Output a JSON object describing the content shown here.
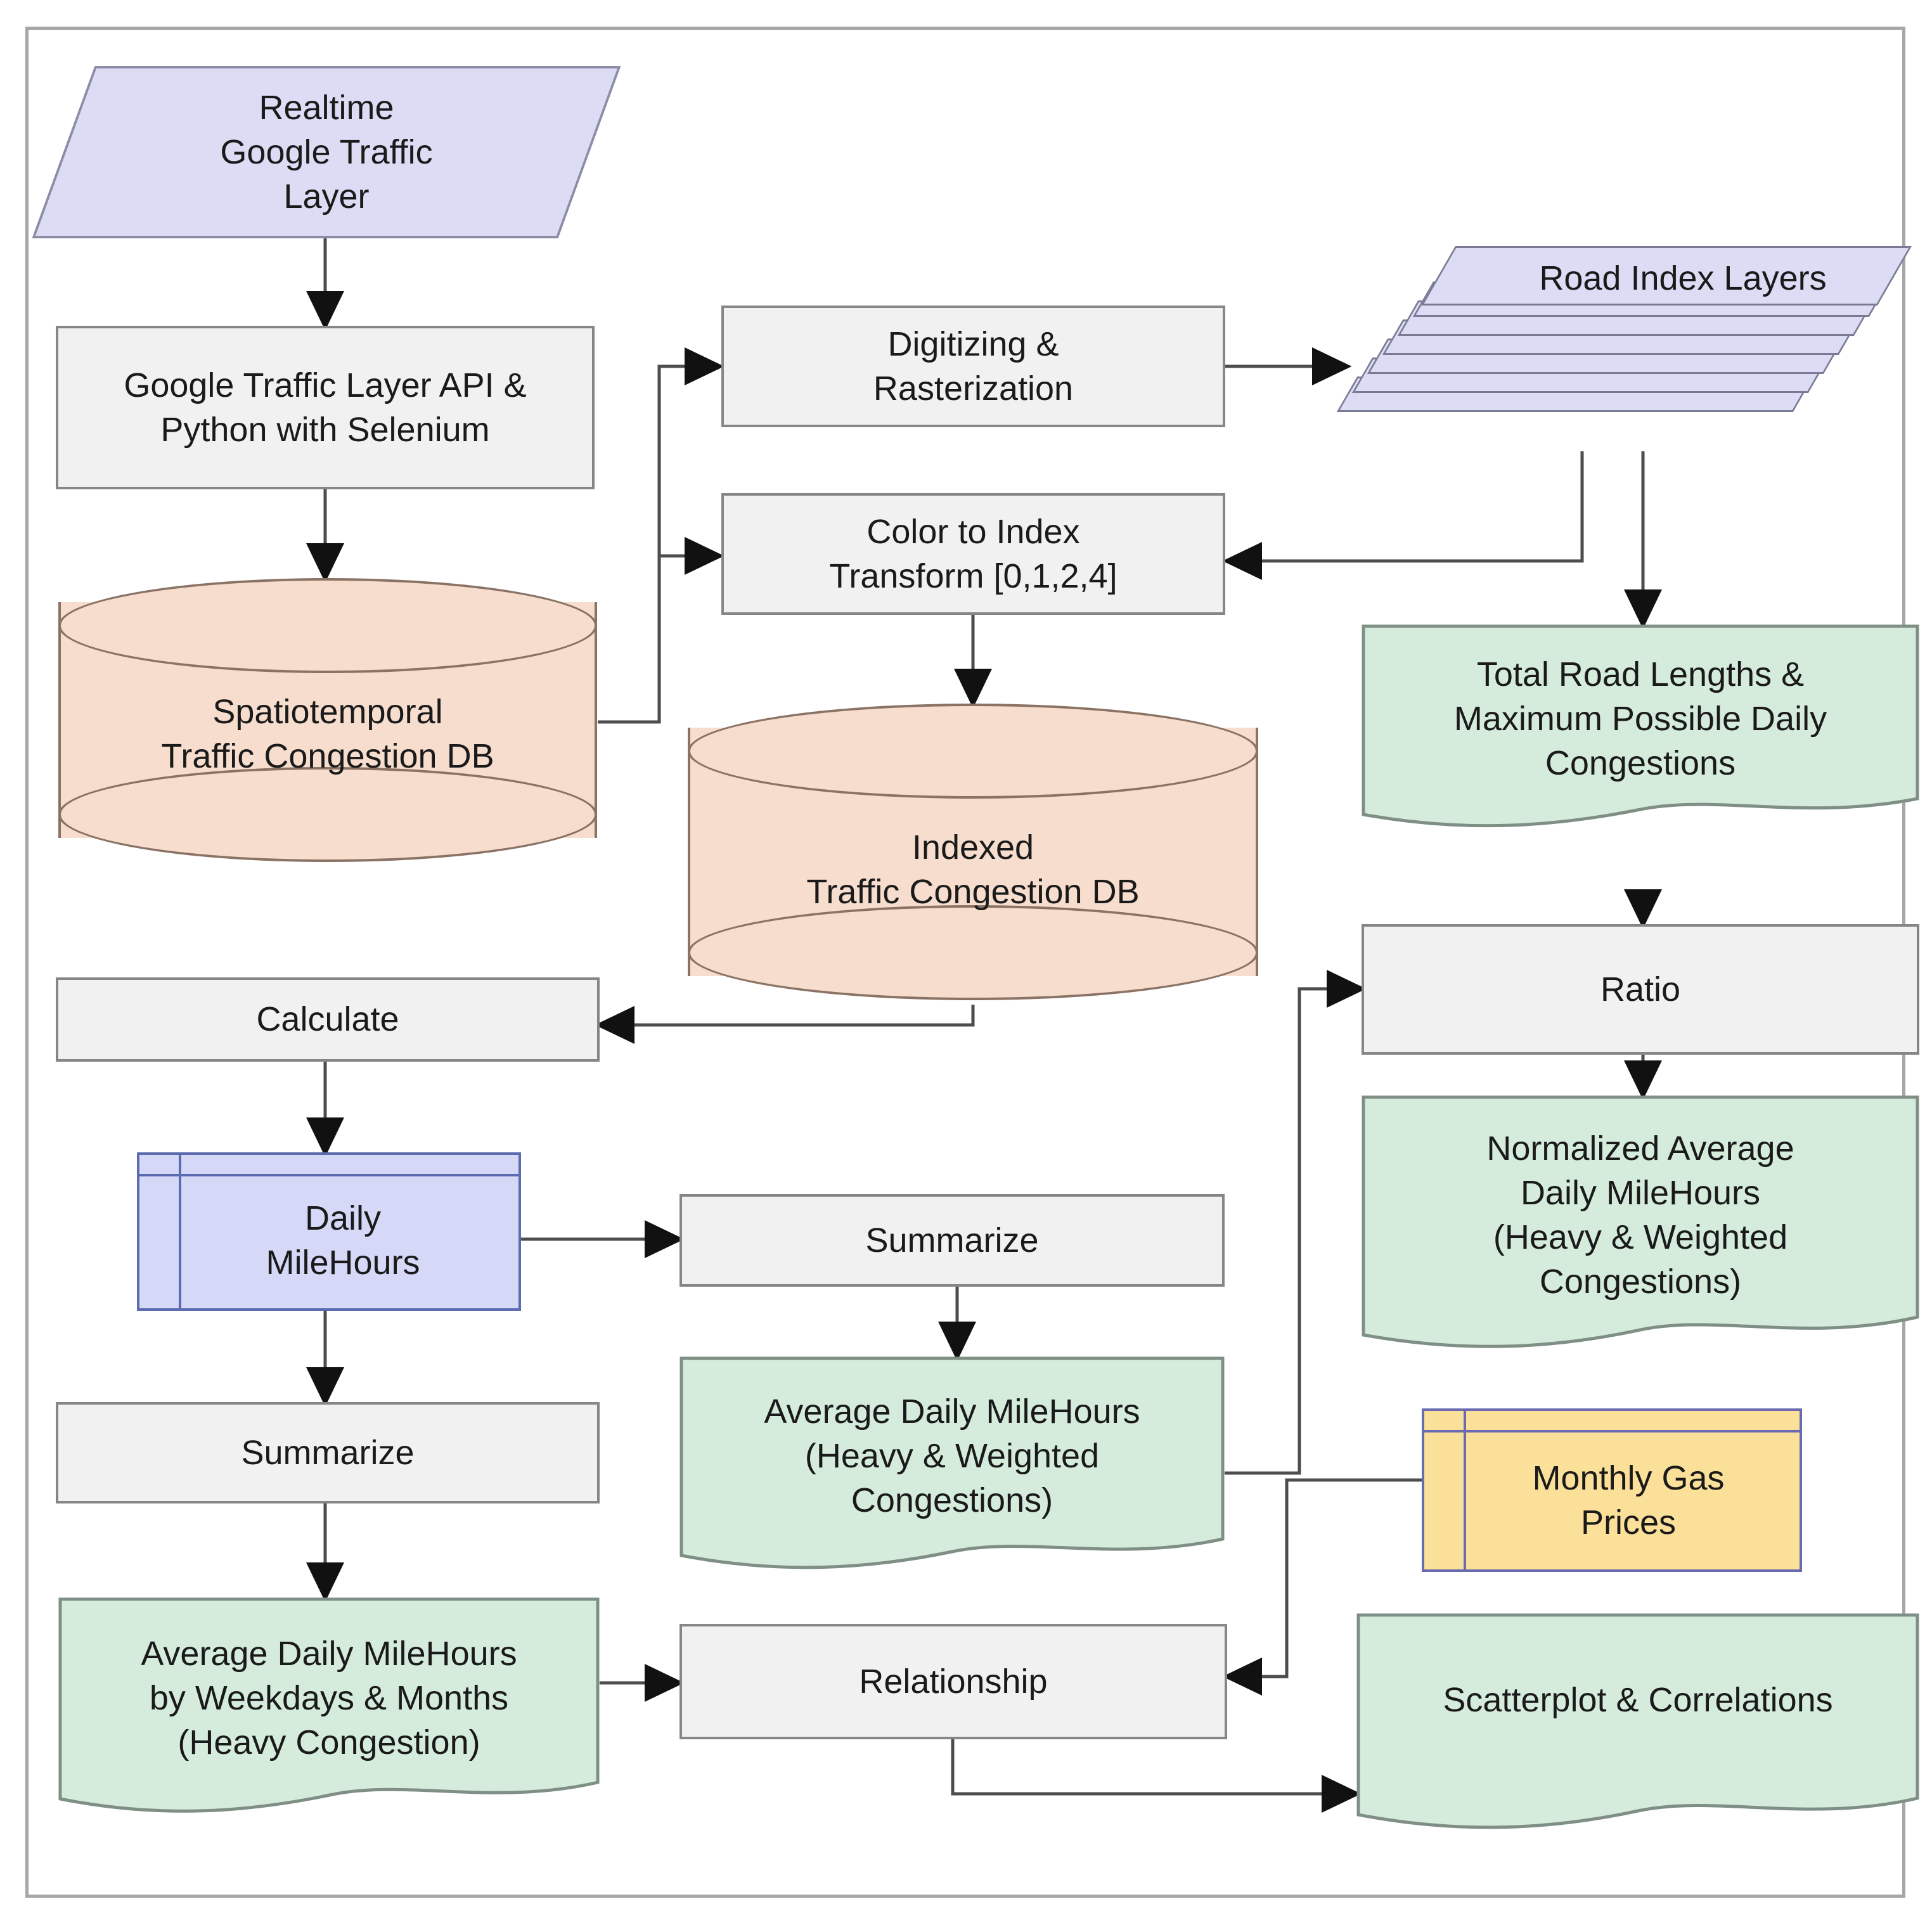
{
  "diagram": {
    "title": "Traffic congestion data processing workflow",
    "colors": {
      "process_fill": "#f1f1f1",
      "process_stroke": "#868686",
      "data_fill": "#dcdcf5",
      "data_stroke": "#8c8ca8",
      "db_fill": "#f6ddcd",
      "db_stroke": "#8a7365",
      "document_fill": "#d5ecdd",
      "document_stroke": "#7f8f85",
      "table_blue_fill": "#d6d8f7",
      "table_blue_stroke": "#5b6bb0",
      "table_yellow_fill": "#fbe09a",
      "table_yellow_stroke": "#6a6ab0",
      "edge_stroke": "#4d4d4d",
      "frame_stroke": "#a6a6a6"
    },
    "nodes": {
      "realtime_google_traffic_layer": {
        "label": "Realtime\nGoogle Traffic\nLayer",
        "shape": "parallelogram"
      },
      "google_traffic_layer_api": {
        "label": "Google Traffic Layer API &\nPython with Selenium",
        "shape": "process"
      },
      "spatiotemporal_db": {
        "label": "Spatiotemporal\nTraffic Congestion DB",
        "shape": "database"
      },
      "digitizing_rasterization": {
        "label": "Digitizing &\nRasterization",
        "shape": "process"
      },
      "road_index_layers": {
        "label": "Road Index Layers",
        "shape": "layer-stack"
      },
      "color_to_index_transform": {
        "label": "Color to Index\nTransform [0,1,2,4]",
        "shape": "process"
      },
      "indexed_db": {
        "label": "Indexed\nTraffic Congestion DB",
        "shape": "database"
      },
      "total_road_lengths": {
        "label": "Total Road Lengths &\nMaximum Possible Daily\nCongestions",
        "shape": "document"
      },
      "ratio": {
        "label": "Ratio",
        "shape": "process"
      },
      "normalized_average": {
        "label": "Normalized Average\nDaily MileHours\n(Heavy & Weighted\nCongestions)",
        "shape": "document"
      },
      "calculate": {
        "label": "Calculate",
        "shape": "process"
      },
      "daily_milehours": {
        "label": "Daily\nMileHours",
        "shape": "table"
      },
      "summarize_right": {
        "label": "Summarize",
        "shape": "process"
      },
      "average_daily_milehours": {
        "label": "Average Daily MileHours\n(Heavy & Weighted\nCongestions)",
        "shape": "document"
      },
      "summarize_left": {
        "label": "Summarize",
        "shape": "process"
      },
      "average_daily_by_weekdays": {
        "label": "Average Daily MileHours\nby Weekdays & Months\n(Heavy Congestion)",
        "shape": "document"
      },
      "monthly_gas_prices": {
        "label": "Monthly Gas\nPrices",
        "shape": "table"
      },
      "relationship": {
        "label": "Relationship",
        "shape": "process"
      },
      "scatterplot_correlations": {
        "label": "Scatterplot & Correlations",
        "shape": "document"
      }
    },
    "edges": [
      {
        "from": "realtime_google_traffic_layer",
        "to": "google_traffic_layer_api"
      },
      {
        "from": "google_traffic_layer_api",
        "to": "spatiotemporal_db"
      },
      {
        "from": "spatiotemporal_db",
        "to": "digitizing_rasterization"
      },
      {
        "from": "spatiotemporal_db",
        "to": "color_to_index_transform"
      },
      {
        "from": "digitizing_rasterization",
        "to": "road_index_layers"
      },
      {
        "from": "road_index_layers",
        "to": "color_to_index_transform"
      },
      {
        "from": "road_index_layers",
        "to": "total_road_lengths"
      },
      {
        "from": "color_to_index_transform",
        "to": "indexed_db"
      },
      {
        "from": "total_road_lengths",
        "to": "ratio"
      },
      {
        "from": "ratio",
        "to": "normalized_average"
      },
      {
        "from": "indexed_db",
        "to": "calculate"
      },
      {
        "from": "calculate",
        "to": "daily_milehours"
      },
      {
        "from": "daily_milehours",
        "to": "summarize_right"
      },
      {
        "from": "daily_milehours",
        "to": "summarize_left"
      },
      {
        "from": "summarize_right",
        "to": "average_daily_milehours"
      },
      {
        "from": "average_daily_milehours",
        "to": "ratio"
      },
      {
        "from": "summarize_left",
        "to": "average_daily_by_weekdays"
      },
      {
        "from": "average_daily_by_weekdays",
        "to": "relationship"
      },
      {
        "from": "monthly_gas_prices",
        "to": "relationship"
      },
      {
        "from": "relationship",
        "to": "scatterplot_correlations"
      }
    ]
  }
}
